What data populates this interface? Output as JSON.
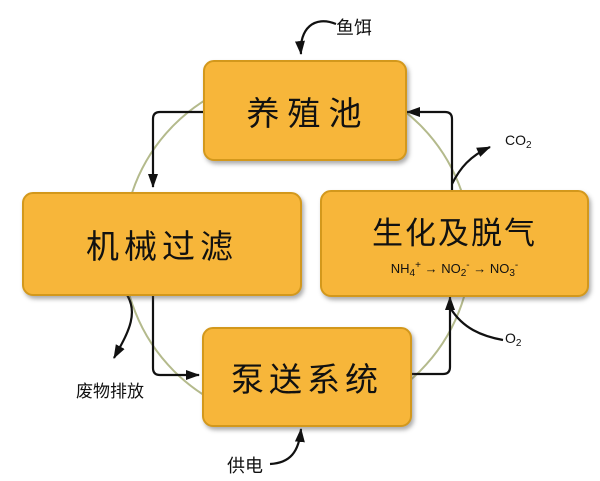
{
  "boxes": {
    "pond": {
      "label": "养殖池"
    },
    "filter": {
      "label": "机械过滤"
    },
    "bio": {
      "label": "生化及脱气"
    },
    "pump": {
      "label": "泵送系统"
    }
  },
  "chemistry": [
    {
      "t": "NH"
    },
    {
      "t": "4",
      "sub": true
    },
    {
      "t": "+",
      "sup": true
    },
    {
      "t": "  →  "
    },
    {
      "t": "NO"
    },
    {
      "t": "2",
      "sub": true
    },
    {
      "t": "-",
      "sup": true
    },
    {
      "t": "  →  "
    },
    {
      "t": "NO"
    },
    {
      "t": "3",
      "sub": true
    },
    {
      "t": "-",
      "sup": true
    }
  ],
  "labels": {
    "feed": "鱼饵",
    "waste": "废物排放",
    "power": "供电"
  },
  "gases": {
    "co2": [
      {
        "t": "CO"
      },
      {
        "t": "2",
        "sub": true
      }
    ],
    "o2": [
      {
        "t": "O"
      },
      {
        "t": "2",
        "sub": true
      }
    ]
  },
  "colors": {
    "box_fill": "#f7b63a",
    "box_border": "#d3981c",
    "circle": "#b4ba8c",
    "arrow": "#111111"
  }
}
